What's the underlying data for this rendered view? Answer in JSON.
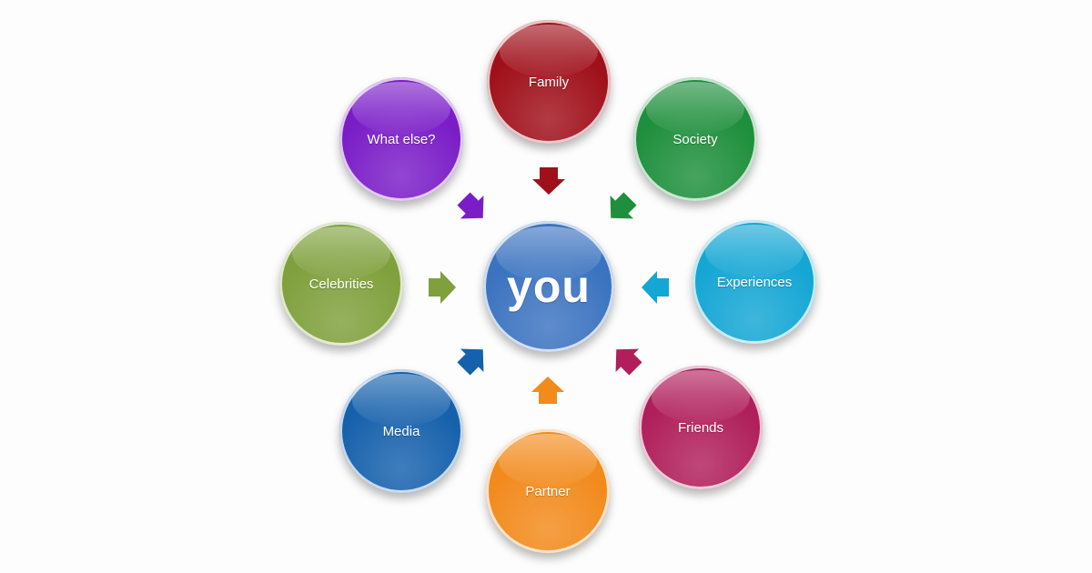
{
  "center": {
    "label": "you",
    "color": "#3b73c0"
  },
  "nodes": {
    "family": {
      "label": "Family",
      "color": "#a0101a"
    },
    "society": {
      "label": "Society",
      "color": "#1e8f3c"
    },
    "experiences": {
      "label": "Experiences",
      "color": "#14a6d4"
    },
    "friends": {
      "label": "Friends",
      "color": "#b01f5b"
    },
    "partner": {
      "label": "Partner",
      "color": "#f28a1c"
    },
    "media": {
      "label": "Media",
      "color": "#1661ac"
    },
    "celebrities": {
      "label": "Celebrities",
      "color": "#7fa03c"
    },
    "what_else": {
      "label": "What else?",
      "color": "#7a1dc7"
    }
  }
}
